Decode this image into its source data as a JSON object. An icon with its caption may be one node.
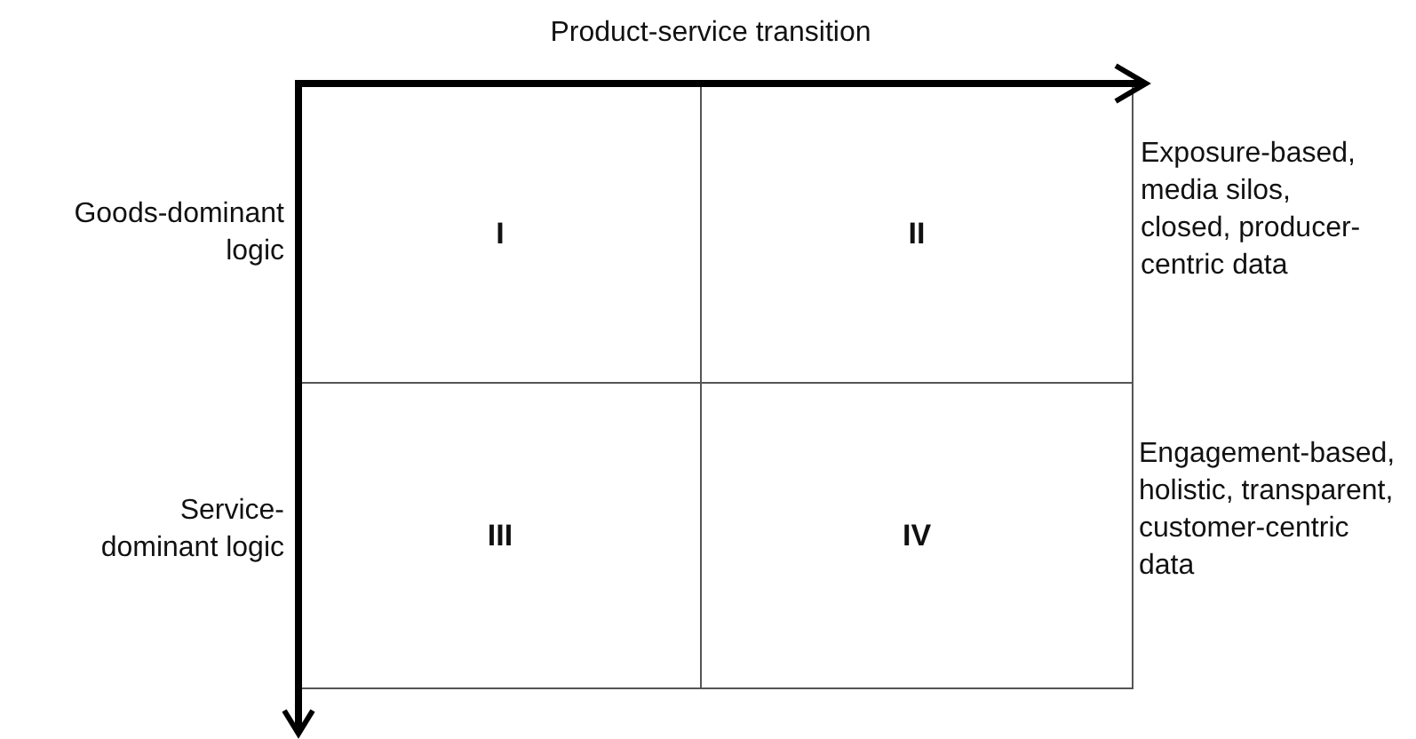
{
  "diagram": {
    "nodes": [
      {
        "text": [
          "I"
        ]
      },
      {
        "text": [
          "II"
        ]
      },
      {
        "text": [
          "III"
        ]
      },
      {
        "text": [
          "IV"
        ]
      }
    ],
    "labels": [
      "Product-service transition",
      "Goods-dominant logic",
      "Exposure-based, media silos, closed, producer-centric data",
      "Service-dominant logic",
      "Engagement-based, holistic, transparent, customer-centric data"
    ]
  }
}
